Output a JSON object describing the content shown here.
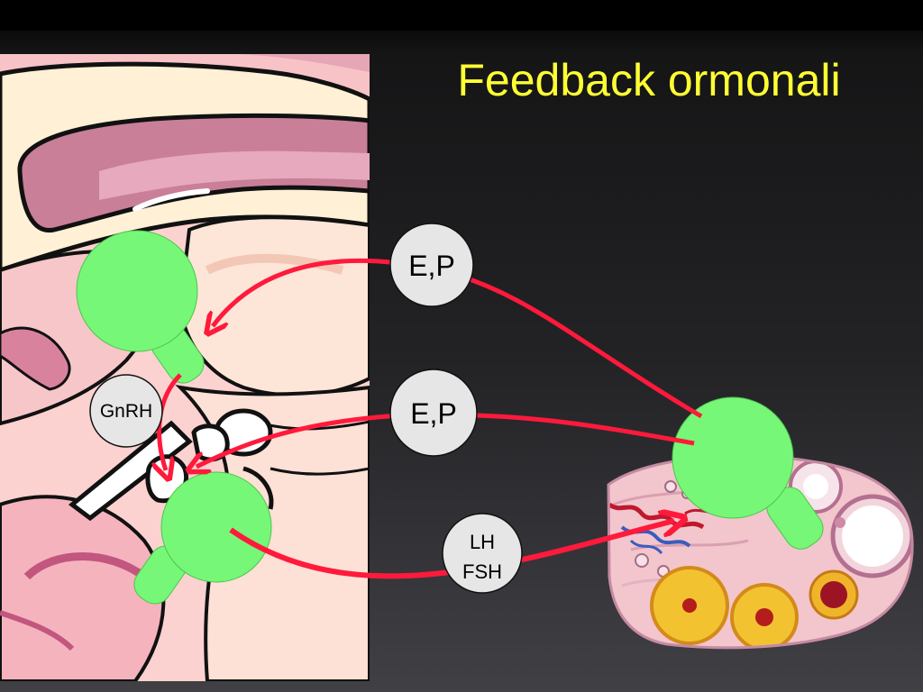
{
  "slide": {
    "title": "Feedback ormonali"
  },
  "labels": {
    "top_steroids": "E,P",
    "middle_steroids": "E,P",
    "gnrh": "GnRH",
    "gonadotropin_lh": "LH",
    "gonadotropin_fsh": "FSH"
  },
  "colors": {
    "accent_title": "#ffff33",
    "arrow": "#ff1a3c",
    "marker": "#77f777",
    "label_bubble": "#e6e6e6"
  }
}
